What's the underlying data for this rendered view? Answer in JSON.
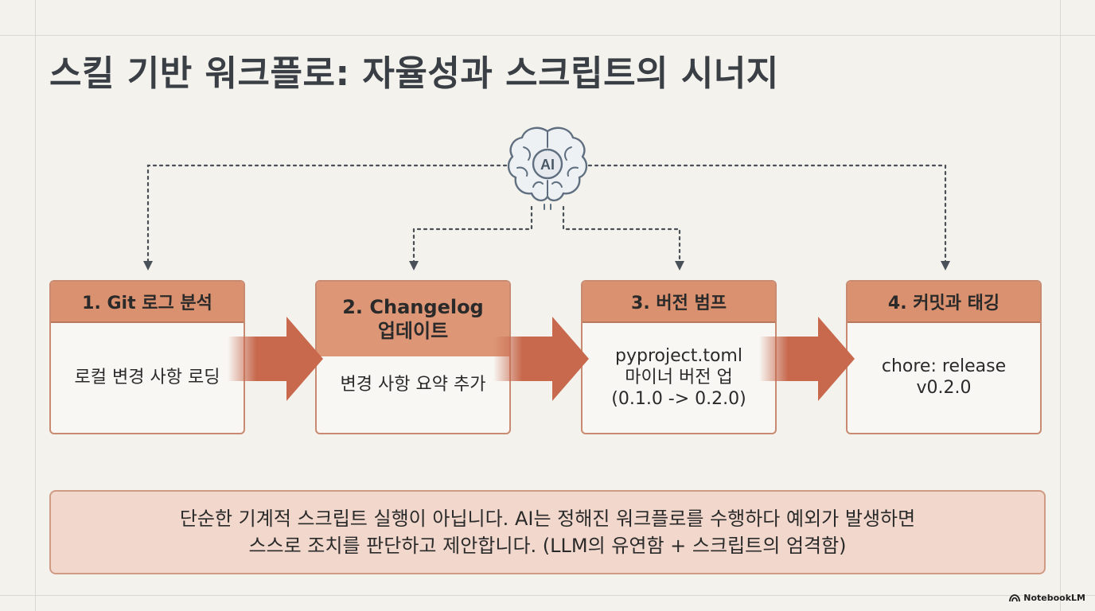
{
  "title": "스킬 기반 워크플로: 자율성과 스크립트의 시너지",
  "ai_label": "AI",
  "steps": [
    {
      "header": "1. Git 로그 분석",
      "body": [
        "로컬 변경 사항 로딩"
      ]
    },
    {
      "header": [
        "2. Changelog",
        "업데이트"
      ],
      "body": [
        "변경 사항 요약 추가"
      ]
    },
    {
      "header": "3. 버전 범프",
      "body": [
        "pyproject.toml",
        "마이너 버전 업",
        "(0.1.0 -> 0.2.0)"
      ]
    },
    {
      "header": "4. 커밋과 태깅",
      "body": [
        "chore: release",
        "v0.2.0"
      ]
    }
  ],
  "note": [
    "단순한 기계적 스크립트 실행이 아닙니다. AI는 정해진 워크플로를 수행하다 예외가 발생하면",
    "스스로 조치를 판단하고 제안합니다. (LLM의 유연함 + 스크립트의 엄격함)"
  ],
  "brand": "NotebookLM",
  "colors": {
    "background": "#f3f2ec",
    "card_header": "#d9916f",
    "card_border": "#c98a72",
    "arrow": "#c8694e",
    "note_background": "#f2d8cc",
    "connector": "#4a5058",
    "brain_stroke": "#5f6f80"
  }
}
